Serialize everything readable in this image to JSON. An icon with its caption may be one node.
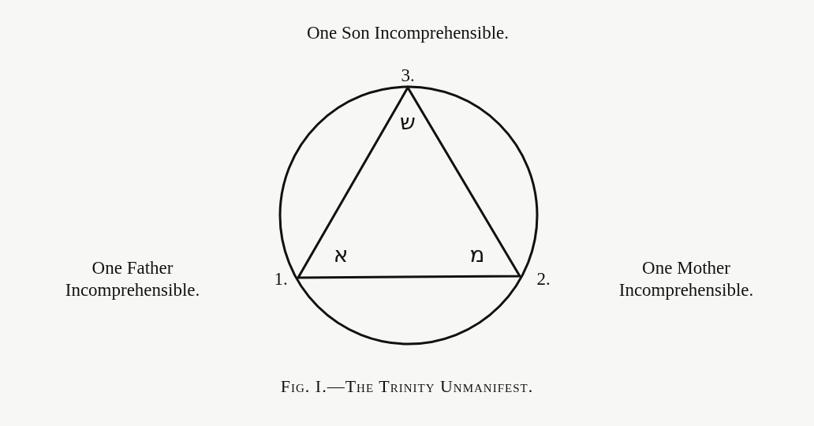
{
  "diagram": {
    "caption": "Fig. I.—The Trinity Unmanifest.",
    "labels": [
      "One Son Incomprehensible.",
      "3.",
      "ש",
      "One Father Incomprehensible.",
      "1.",
      "א",
      "מ",
      "2.",
      "One Mother Incomprehensible."
    ]
  }
}
